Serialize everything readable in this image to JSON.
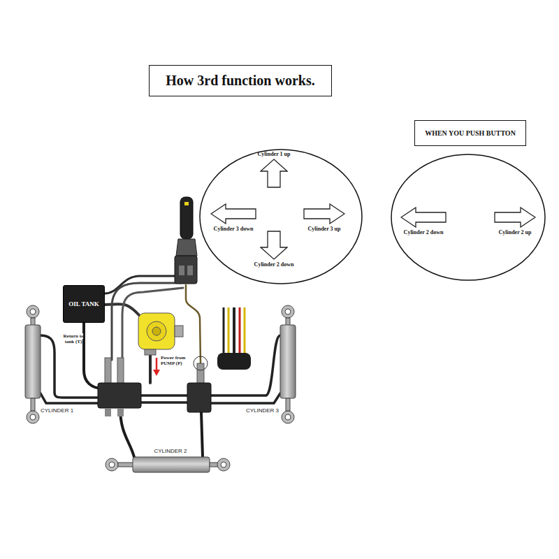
{
  "diagram": {
    "title": "How 3rd function works.",
    "nodes": [
      {
        "text": [
          "WHEN YOU PUSH BUTTON"
        ]
      },
      {
        "text": [
          "Cylinder 1 up"
        ]
      },
      {
        "text": [
          "Cylinder 3 down"
        ]
      },
      {
        "text": [
          "Cylinder 3 up"
        ]
      },
      {
        "text": [
          "Cylinder 2 down"
        ]
      },
      {
        "text": [
          "Cylinder 2 down"
        ]
      },
      {
        "text": [
          "Cylinder 2 up"
        ]
      },
      {
        "text": [
          "OIL TANK"
        ]
      }
    ],
    "labels": [
      "Return to tank (T)",
      "Power from PUMP (P)",
      "CYLINDER 1",
      "CYLINDER 3",
      "CYLINDER 2"
    ]
  }
}
